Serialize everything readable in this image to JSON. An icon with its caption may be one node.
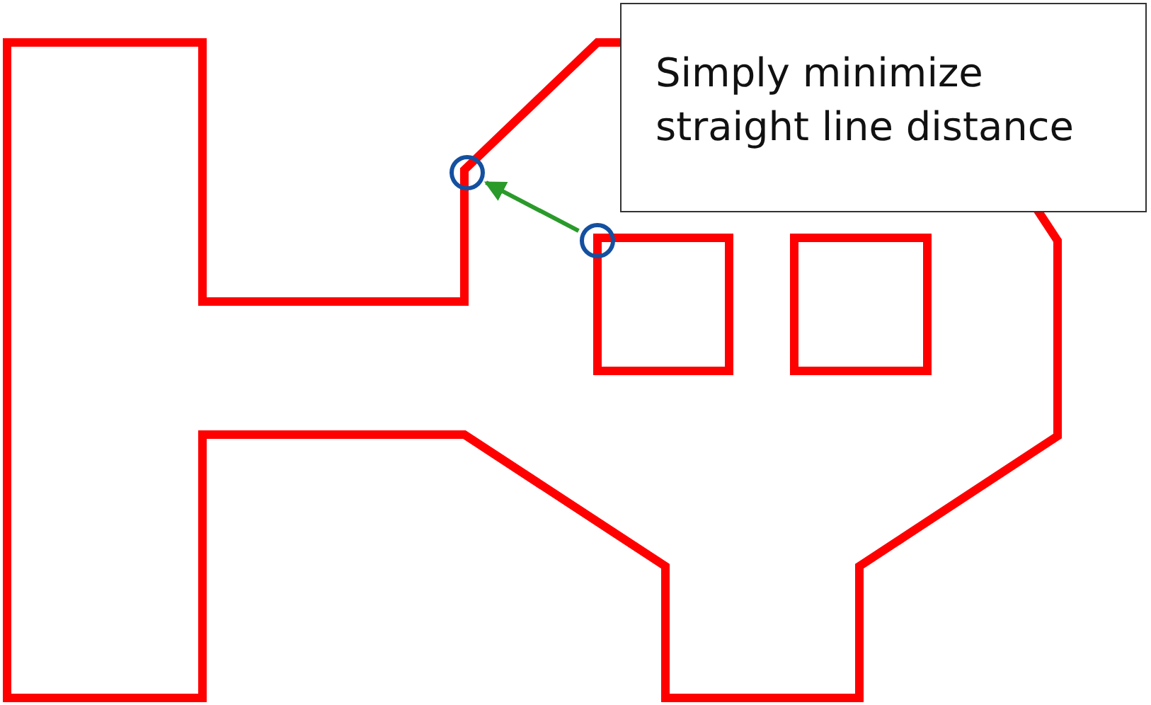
{
  "diagram": {
    "nodes": [
      {
        "text": [
          "Simply minimize straight line distance"
        ]
      },
      {
        "text": [],
        "shape": "circle"
      },
      {
        "text": [],
        "shape": "circle"
      }
    ],
    "edges": [
      {
        "from": 2,
        "to": 1,
        "arrow": "to"
      }
    ]
  }
}
